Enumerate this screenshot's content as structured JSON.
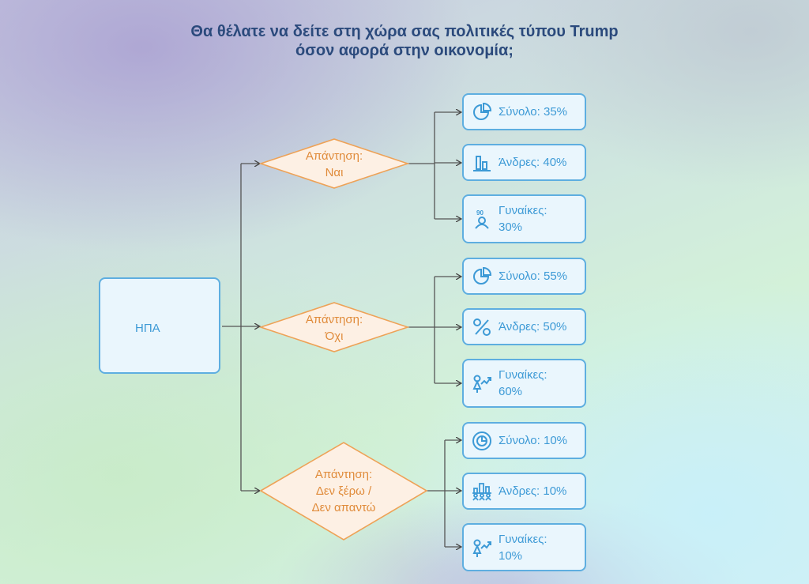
{
  "title": {
    "line1": "Θα θέλατε να δείτε στη χώρα σας πολιτικές τύπου Trump",
    "line2": "όσον αφορά στην οικονομία;"
  },
  "root": {
    "label": "ΗΠΑ"
  },
  "branches": [
    {
      "answer_line1": "Απάντηση:",
      "answer_line2": "Ναι",
      "answer_line3": "",
      "leaves": [
        {
          "icon": "pie-chart-icon",
          "text": "Σύνολο: 35%"
        },
        {
          "icon": "bar-chart-icon",
          "text": "Άνδρες: 40%"
        },
        {
          "icon": "woman-icon",
          "text": "Γυναίκες: 30%"
        }
      ]
    },
    {
      "answer_line1": "Απάντηση:",
      "answer_line2": "Όχι",
      "answer_line3": "",
      "leaves": [
        {
          "icon": "pie-chart-icon",
          "text": "Σύνολο: 55%"
        },
        {
          "icon": "percent-icon",
          "text": "Άνδρες: 50%"
        },
        {
          "icon": "woman-trend-icon",
          "text": "Γυναίκες: 60%"
        }
      ]
    },
    {
      "answer_line1": "Απάντηση:",
      "answer_line2": "Δεν ξέρω /",
      "answer_line3": "Δεν απαντώ",
      "leaves": [
        {
          "icon": "pie-circle-icon",
          "text": "Σύνολο: 10%"
        },
        {
          "icon": "people-chart-icon",
          "text": "Άνδρες: 10%"
        },
        {
          "icon": "woman-trend-icon",
          "text": "Γυναίκες: 10%"
        }
      ]
    }
  ],
  "colors": {
    "title": "#2b4a7c",
    "leaf": "#3d9ad6",
    "answer": "#e08b3a",
    "border": "#5eaee0"
  }
}
